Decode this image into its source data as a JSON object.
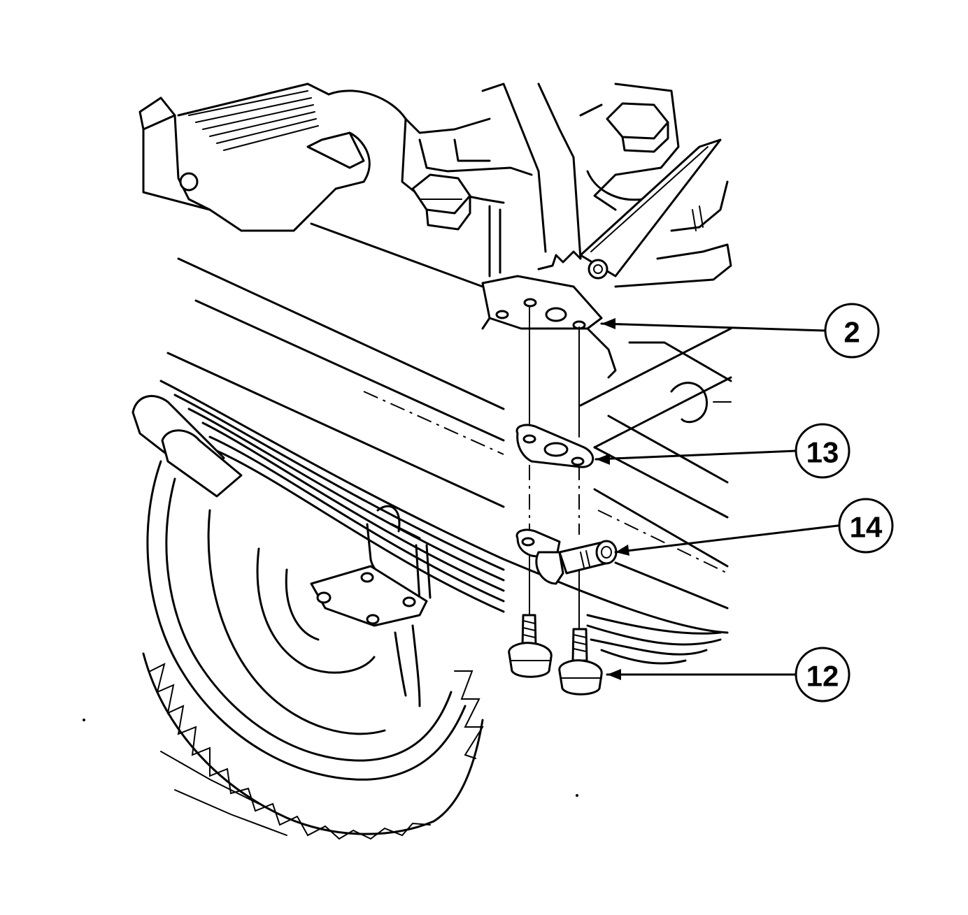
{
  "callouts": [
    {
      "id": "2",
      "label": "2"
    },
    {
      "id": "13",
      "label": "13"
    },
    {
      "id": "14",
      "label": "14"
    },
    {
      "id": "12",
      "label": "12"
    }
  ]
}
